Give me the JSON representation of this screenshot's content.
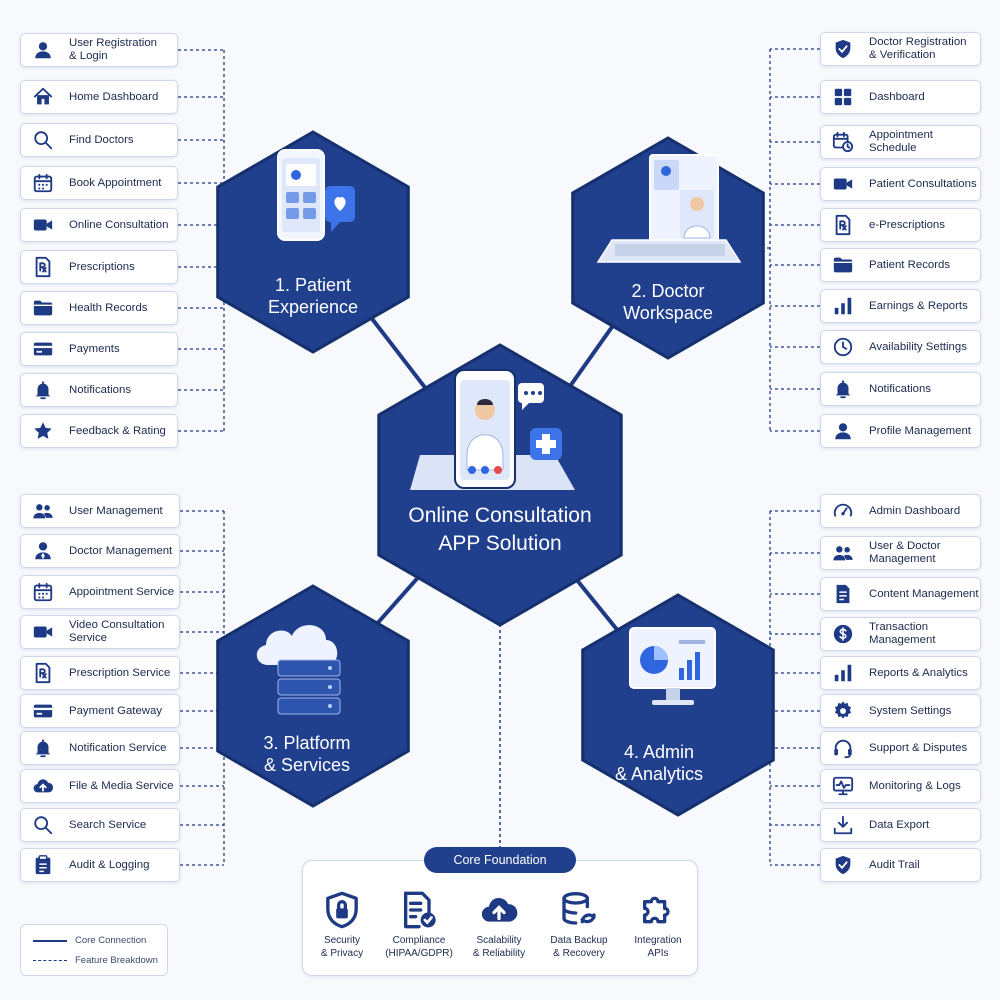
{
  "center": {
    "title_line1": "Online Consultation",
    "title_line2": "APP Solution"
  },
  "modules": {
    "patient": {
      "title_line1": "1. Patient",
      "title_line2": "Experience"
    },
    "doctor": {
      "title_line1": "2. Doctor",
      "title_line2": "Workspace"
    },
    "platform": {
      "title_line1": "3. Platform",
      "title_line2": "& Services"
    },
    "admin": {
      "title_line1": "4. Admin",
      "title_line2": "& Analytics"
    }
  },
  "patient_features": [
    {
      "line1": "User Registration",
      "line2": "& Login",
      "icon": "user-icon"
    },
    {
      "line1": "Home Dashboard",
      "line2": "",
      "icon": "home-icon"
    },
    {
      "line1": "Find Doctors",
      "line2": "",
      "icon": "search-icon"
    },
    {
      "line1": "Book Appointment",
      "line2": "",
      "icon": "calendar-icon"
    },
    {
      "line1": "Online Consultation",
      "line2": "",
      "icon": "video-icon"
    },
    {
      "line1": "Prescriptions",
      "line2": "",
      "icon": "prescription-icon"
    },
    {
      "line1": "Health Records",
      "line2": "",
      "icon": "folder-icon"
    },
    {
      "line1": "Payments",
      "line2": "",
      "icon": "card-icon"
    },
    {
      "line1": "Notifications",
      "line2": "",
      "icon": "bell-icon"
    },
    {
      "line1": "Feedback & Rating",
      "line2": "",
      "icon": "star-icon"
    }
  ],
  "doctor_features": [
    {
      "line1": "Doctor Registration",
      "line2": "& Verification",
      "icon": "shield-check-icon"
    },
    {
      "line1": "Dashboard",
      "line2": "",
      "icon": "grid-icon"
    },
    {
      "line1": "Appointment",
      "line2": "Schedule",
      "icon": "calendar-clock-icon"
    },
    {
      "line1": "Patient Consultations",
      "line2": "",
      "icon": "video-icon"
    },
    {
      "line1": "e-Prescriptions",
      "line2": "",
      "icon": "prescription-icon"
    },
    {
      "line1": "Patient Records",
      "line2": "",
      "icon": "folder-icon"
    },
    {
      "line1": "Earnings & Reports",
      "line2": "",
      "icon": "bar-chart-icon"
    },
    {
      "line1": "Availability Settings",
      "line2": "",
      "icon": "clock-icon"
    },
    {
      "line1": "Notifications",
      "line2": "",
      "icon": "bell-icon"
    },
    {
      "line1": "Profile Management",
      "line2": "",
      "icon": "user-icon"
    }
  ],
  "platform_features": [
    {
      "line1": "User Management",
      "line2": "",
      "icon": "users-icon"
    },
    {
      "line1": "Doctor Management",
      "line2": "",
      "icon": "doctor-icon"
    },
    {
      "line1": "Appointment Service",
      "line2": "",
      "icon": "calendar-icon"
    },
    {
      "line1": "Video Consultation",
      "line2": "Service",
      "icon": "video-icon"
    },
    {
      "line1": "Prescription Service",
      "line2": "",
      "icon": "prescription-icon"
    },
    {
      "line1": "Payment Gateway",
      "line2": "",
      "icon": "card-icon"
    },
    {
      "line1": "Notification Service",
      "line2": "",
      "icon": "bell-icon"
    },
    {
      "line1": "File & Media Service",
      "line2": "",
      "icon": "cloud-upload-icon"
    },
    {
      "line1": "Search Service",
      "line2": "",
      "icon": "search-icon"
    },
    {
      "line1": "Audit & Logging",
      "line2": "",
      "icon": "clipboard-icon"
    }
  ],
  "admin_features": [
    {
      "line1": "Admin Dashboard",
      "line2": "",
      "icon": "gauge-icon"
    },
    {
      "line1": "User & Doctor",
      "line2": "Management",
      "icon": "users-icon"
    },
    {
      "line1": "Content Management",
      "line2": "",
      "icon": "document-icon"
    },
    {
      "line1": "Transaction Management",
      "line2": "",
      "icon": "dollar-icon"
    },
    {
      "line1": "Reports & Analytics",
      "line2": "",
      "icon": "bar-chart-icon"
    },
    {
      "line1": "System Settings",
      "line2": "",
      "icon": "gear-icon"
    },
    {
      "line1": "Support & Disputes",
      "line2": "",
      "icon": "headset-icon"
    },
    {
      "line1": "Monitoring & Logs",
      "line2": "",
      "icon": "monitor-pulse-icon"
    },
    {
      "line1": "Data Export",
      "line2": "",
      "icon": "download-icon"
    },
    {
      "line1": "Audit Trail",
      "line2": "",
      "icon": "shield-check-icon"
    }
  ],
  "core_foundation": {
    "title": "Core Foundation",
    "items": [
      {
        "line1": "Security",
        "line2": "& Privacy",
        "icon": "shield-lock-icon"
      },
      {
        "line1": "Compliance",
        "line2": "(HIPAA/GDPR)",
        "icon": "compliance-doc-icon"
      },
      {
        "line1": "Scalability",
        "line2": "& Reliability",
        "icon": "cloud-upload-icon"
      },
      {
        "line1": "Data Backup",
        "line2": "& Recovery",
        "icon": "database-sync-icon"
      },
      {
        "line1": "Integration",
        "line2": "APIs",
        "icon": "puzzle-icon"
      }
    ]
  },
  "legend": {
    "core_connection": "Core Connection",
    "feature_breakdown": "Feature Breakdown"
  },
  "colors": {
    "hex_fill": "#203f8c",
    "hex_dark": "#16306e",
    "icon": "#1e3a85",
    "connector": "#1e3a85",
    "accent": "#2f66e0"
  }
}
